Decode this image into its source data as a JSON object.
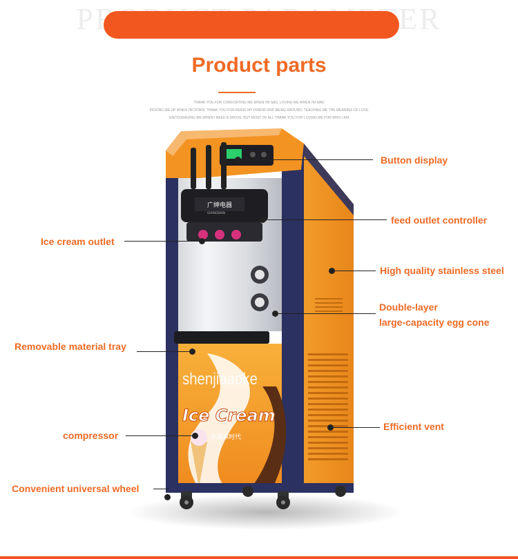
{
  "header": {
    "background_title": "PRODUCT PARAMETER",
    "title": "Product parts",
    "fine_print": [
      "THANK YOU FOR COMFORTING ME WHEN I'M SAD, LOVING ME WHEN I'M MAD",
      "PICKING ME UP WHEN I'M DOWN, THANK YOU FOR BEING MY FRIEND AND BEING AROUND, TEACHING ME THE MEANING OF LOVE",
      "ENCOURAGING ME WHEN I NEED A SHOVE, BUT MOST OF ALL THANK YOU FOR LOVING ME FOR WHO I AM"
    ]
  },
  "product": {
    "brand_cn": "广绅电器",
    "brand_en": "GUANGSHEN",
    "panel_text_main": "Ice Cream",
    "panel_text_cn": "冰淇淋时代"
  },
  "watermark": "shenjiaaoke",
  "labels": {
    "button_display": "Button display",
    "feed_outlet_controller": "feed outlet controller",
    "ice_cream_outlet": "Ice cream outlet",
    "stainless_steel": "High quality stainless steel",
    "egg_cone_line1": "Double-layer",
    "egg_cone_line2": "large-capacity egg cone",
    "material_tray": "Removable material tray",
    "efficient_vent": "Efficient vent",
    "compressor": "compressor",
    "universal_wheel": "Convenient universal wheel"
  },
  "colors": {
    "accent": "#ee6a25",
    "pill": "#f2571f",
    "machine_orange": "#f39322",
    "machine_navy": "#2b3160"
  }
}
